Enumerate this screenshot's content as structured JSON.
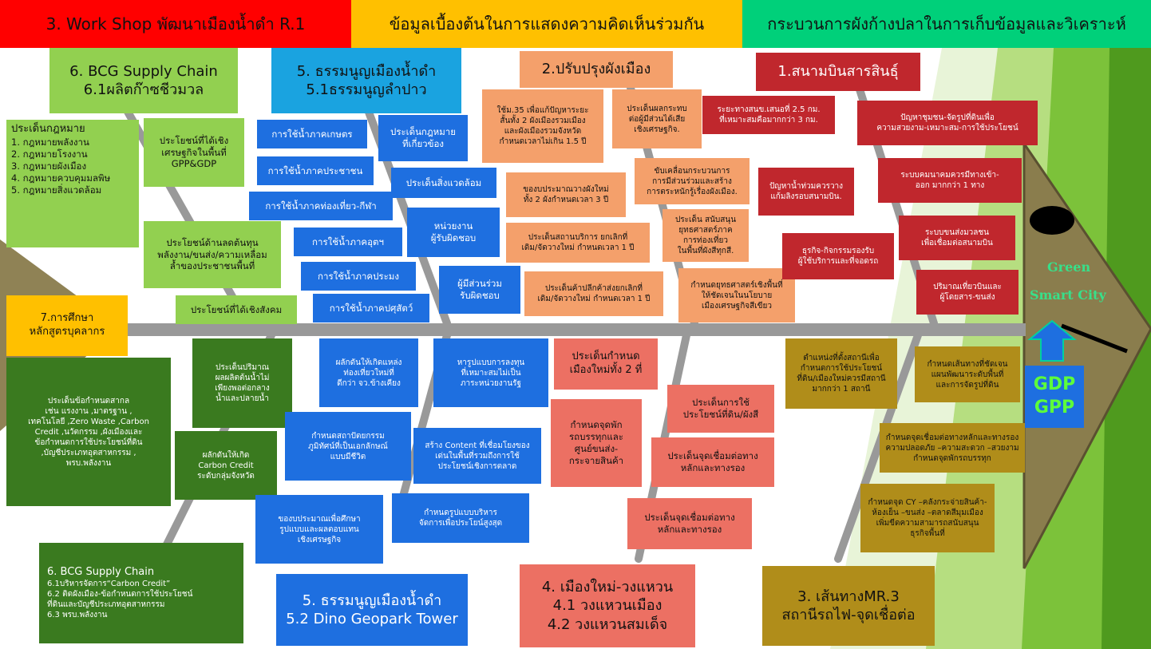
{
  "header": {
    "left": "3. Work Shop พัฒนาเมืองน้ำดำ R.1",
    "mid": "ข้อมูลเบื้องต้นในการแสดงความคิดเห็นร่วมกัน",
    "right": "กระบวนการผังก้างปลาในการเก็บข้อมูลและวิเคราะห์"
  },
  "colors": {
    "header_left": "#ff0000",
    "header_mid": "#ffc000",
    "header_right": "#00d07a",
    "spine": "#999999",
    "green_accent": "#70b62a"
  },
  "head": {
    "title_1": "Green",
    "title_2": "Smart City",
    "gdp": "GDP",
    "gpp": "GPP",
    "arrow_icon": "up-arrow-icon"
  },
  "bcg1": {
    "title_1": "6. BCG Supply Chain",
    "title_2": "6.1ผลิตก๊าซชีวมวล",
    "law_title": "ประเด็นกฎหมาย",
    "laws": [
      "1. กฎหมายพลังงาน",
      "2. กฎหมายโรงงาน",
      "3. กฎหมายผังเมือง",
      "4. กฎหมายควบคุมมลพิษ",
      "5. กฎหมายสิ่งแวดล้อม"
    ],
    "benefit_econ_1": "ประโยชน์ที่ได้เชิง",
    "benefit_econ_2": "เศรษฐกิจในพื้นที่",
    "benefit_econ_3": "GPP&GDP",
    "benefit_cost_1": "ประโยชน์ด้านลดต้นทุน",
    "benefit_cost_2": "พลังงาน/ขนส่ง/ความเหลื่อม",
    "benefit_cost_3": "ล้ำของประชาชนพื้นที่",
    "benefit_social": "ประโยชน์ที่ได้เชิงสังคม"
  },
  "charter1": {
    "title_1": "5. ธรรมนูญเมืองน้ำดำ",
    "title_2": "5.1ธรรมนูญลำปาว",
    "water": [
      "การใช้น้ำภาคเกษตร",
      "การใช้น้ำภาคประชาชน",
      "การใช้น้ำภาคท่องเที่ยว-กีฬา",
      "การใช้น้ำภาคอุตฯ",
      "การใช้น้ำภาคประมง",
      "การใช้น้ำภาคปศุสัตว์"
    ],
    "legal_1": "ประเด็นกฎหมาย",
    "legal_2": "ที่เกี่ยวข้อง",
    "env": "ประเด็นสิ่งแวดล้อม",
    "agency_1": "หน่วยงาน",
    "agency_2": "ผู้รับผิดชอบ",
    "stake_1": "ผู้มีส่วนร่วม",
    "stake_2": "รับผิดชอบ"
  },
  "plan": {
    "title": "2.ปรับปรุงผังเมือง",
    "s35_1": "ใช้ม.35 เพื่อแก้ปัญหาระยะ",
    "s35_2": "สั้นทั้ง 2 ผังเมืองรวมเมือง",
    "s35_3": "และผังเมืองรวมจังหวัด",
    "s35_4": "กำหนดเวลาไม่เกิน 1.5 ปี",
    "impact_1": "ประเด็นผลกระทบ",
    "impact_2": "ต่อผู้มีส่วนได้เสีย",
    "impact_3": "เชิงเศรษฐกิจ.",
    "budget_1": "ของบประมาณวางผังใหม่",
    "budget_2": "ทั้ง 2 ผังกำหนดเวลา 3 ปี",
    "drive_1": "ขับเคลื่อนกระบวนการ",
    "drive_2": "การมีส่วนร่วมและสร้าง",
    "drive_3": "การตระหนักรู้เรื่องผังเมือง.",
    "service_1": "ประเด็นสถานบริการ ยกเลิกที่",
    "service_2": "เดิม/จัดวางใหม่ กำหนดเวลา 1 ปี",
    "support_1": "ประเด็น สนับสนุน",
    "support_2": "ยุทธศาสตร์ภาค",
    "support_3": "การท่องเที่ยว",
    "support_4": "ในพื้นที่ผังสีทุกสี.",
    "retail_1": "ประเด็นค้าปลีกค้าส่งยกเลิกที่",
    "retail_2": "เดิม/จัดวางใหม่ กำหนดเวลา 1 ปี",
    "strat_1": "กำหนดยุทธศาสตร์เชิงพื้นที่",
    "strat_2": "ให้ชัดเจนในนโยบาย",
    "strat_3": "เมืองเศรษฐกิจสีเขียว"
  },
  "airport": {
    "title": "1.สนามบินสารสินธุ์",
    "distance_1": "ระยะทางสนข.เสนอที่ 2.5 กม.",
    "distance_2": "ที่เหมาะสมคือมากกว่า 3 กม.",
    "flood_1": "ปัญหาน้ำท่วมควรวาง",
    "flood_2": "แก้มลิงรอบสนามบิน.",
    "business_1": "ธุรกิจ-กิจกรรมรองรับ",
    "business_2": "ผู้ใช้บริการและที่จอดรถ",
    "community_1": "ปัญหาชุมชน-จัดรูปที่ดินเพื่อ",
    "community_2": "ความสวยงาม-เหมาะสม-การใช้ประโยชน์",
    "transit_1": "ระบบคมนาคมควรมีทางเข้า-",
    "transit_2": "ออก  มากกว่า 1 ทาง",
    "transport_1": "ระบบขนส่งมวลชน",
    "transport_2": "เพื่อเชื่อมต่อสนามบิน",
    "volume_1": "ปริมาณเที่ยวบินและ",
    "volume_2": "ผู้โดยสาร-ขนส่ง"
  },
  "edu": {
    "title_1": "7.การศึกษา",
    "title_2": "หลักสูตรบุคลากร",
    "intl_1": "ประเด็นข้อกำหนดสากล",
    "intl_2": "เช่น แรงงาน ,มาตรฐาน ,",
    "intl_3": "เทคโนโลยี ,Zero Waste ,Carbon",
    "intl_4": "Credit ,นวัตกรรม ,ผังเมืองและ",
    "intl_5": "ข้อกำหนดการใช้ประโยชน์ที่ดิน",
    "intl_6": ",บัญชีประเภทอุตสาหกรรม ,",
    "intl_7": "พรบ.พลังงาน",
    "sugar_1": "ประเด็นปริมาณ",
    "sugar_2": "ผลผลิตต้นน้ำไม่",
    "sugar_3": "เพียงพอต่อกลาง",
    "sugar_4": "น้ำและปลายน้ำ",
    "carbon_1": "ผลักดันให้เกิด",
    "carbon_2": "Carbon Credit",
    "carbon_3": "ระดับกลุ่มจังหวัด"
  },
  "bcg2": {
    "title": "6. BCG Supply Chain",
    "item_1": "6.1บริหารจัดการ“Carbon Credit”",
    "item_2a": "6.2 ติดผังเมือง-ข้อกำหนดการใช้ประโยชน์",
    "item_2b": "ที่ดินและบัญชีประเภทอุตสาหกรรม",
    "item_3": "6.3 พรบ.พลังงาน"
  },
  "charter2": {
    "title_1": "5. ธรรมนูญเมืองน้ำดำ",
    "title_2": "5.2 Dino Geopark Tower",
    "tour_1": "ผลักดันให้เกิดแหล่ง",
    "tour_2": "ท่องเที่ยวใหม่ที่",
    "tour_3": "ดีกว่า จว.ข้างเคียง",
    "invest_1": "หารูปแบบการลงทุน",
    "invest_2": "ที่เหมาะสมไม่เป็น",
    "invest_3": "ภาระหน่วยงานรัฐ",
    "arch_1": "กำหนดสถาปัตยกรรม",
    "arch_2": "ภูมิทัศน์ที่เป็นเอกลักษณ์",
    "arch_3": "แบบมีชีวิต",
    "content_1": "สร้าง Content ที่เชื่อมโยงของ",
    "content_2": "เด่นในพื้นที่รวมถึงการใช้",
    "content_3": "ประโยชน์เชิงการตลาด",
    "study_1": "ของบประมาณเพื่อศึกษา",
    "study_2": "รูปแบบและผลตอบแทน",
    "study_3": "เชิงเศรษฐกิจ",
    "manage_1": "กำหนดรูปแบบบริหาร",
    "manage_2": "จัดการเพื่อประโยน์สูงสุด"
  },
  "newtown": {
    "title_1": "4. เมืองใหม่-วงแหวน",
    "title_2": "4.1 วงแหวนเมือง",
    "title_3": "4.2 วงแหวนสมเด็จ",
    "define_1": "ประเด็นกำหนด",
    "define_2": "เมืองใหม่ทั้ง 2 ที่",
    "rest_1": "กำหนดจุดพัก",
    "rest_2": "รถบรรทุกและ",
    "rest_3": "ศูนย์ขนส่ง-",
    "rest_4": "กระจายสินค้า",
    "landuse_1": "ประเด็นการใช้",
    "landuse_2": "ประโยชน์ที่ดิน/ผังสี",
    "link_1": "ประเด็นจุดเชื่อมต่อทาง",
    "link_2": "หลักและทางรอง",
    "link2_1": "ประเด็นจุดเชื่อมต่อทาง",
    "link2_2": "หลักและทางรอง"
  },
  "rail": {
    "title_1": "3. เส้นทางMR.3",
    "title_2": "สถานีรถไฟ-จุดเชื่อต่อ",
    "station_1": "ตำแหน่งที่ตั้งสถานีเพื่อ",
    "station_2": "กำหนดการใช้ประโยชน์",
    "station_3": "ที่ดิน/เมืองใหม่ควรมีสถานี",
    "station_4": "มากกว่า 1 สถานี",
    "route_1": "กำหนดเส้นทางที่ชัดเจน",
    "route_2": "แผนพัฒนาระดับพื้นที่",
    "route_3": "และการจัดรูปที่ดิน",
    "junction_1": "กำหนดจุดเชื่อมต่อทางหลักและทางรอง",
    "junction_2": "ความปลอดภัย –ความสะดวก –สวยงาม",
    "junction_3": "กำหนดจุดพักรถบรรทุก",
    "cy_1": "กำหนดจุด CY –คลังกระจ่ายสินค้า-",
    "cy_2": "ห้องเย็น –ขนส่ง –ตลาดสีมุมเมือง",
    "cy_3": "เพิ่มขีดความสามารถสนับสนุน",
    "cy_4": "ธุรกิจพื้นที่"
  }
}
